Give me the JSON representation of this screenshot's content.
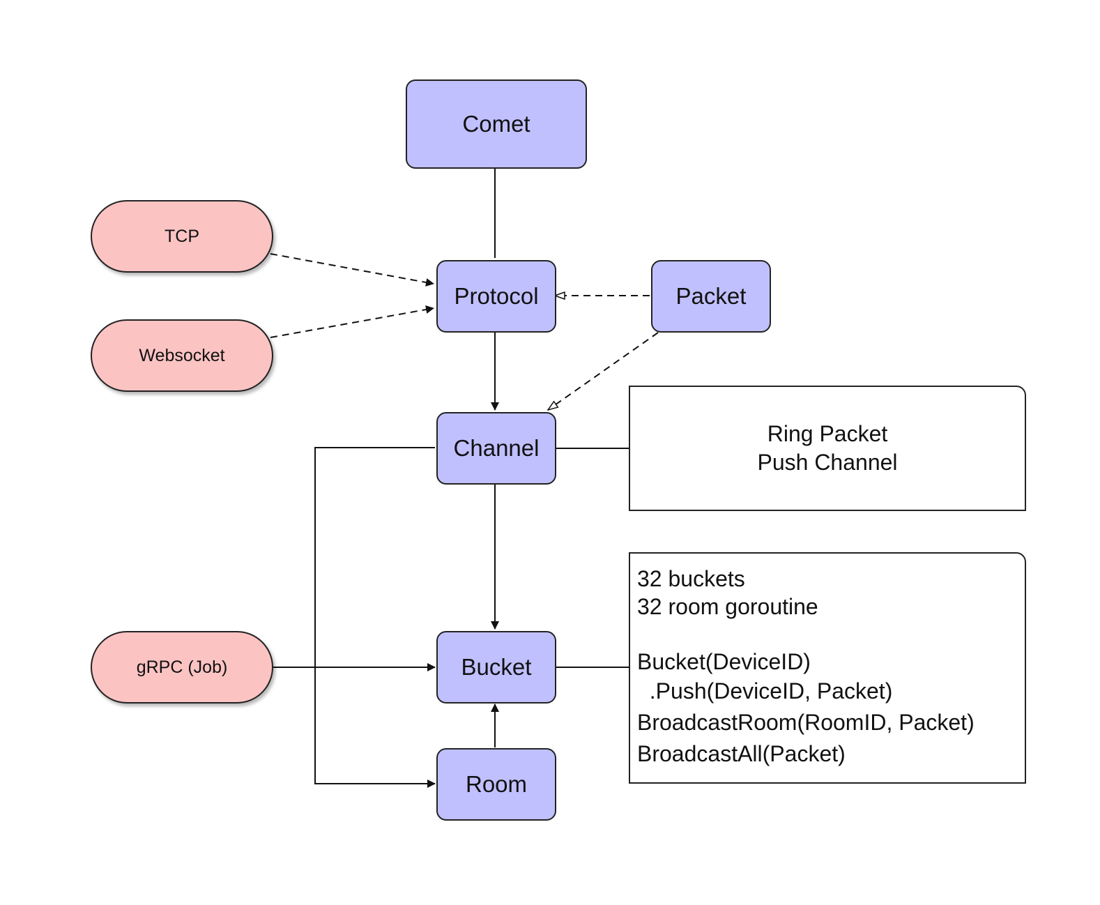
{
  "nodes": {
    "comet": "Comet",
    "protocol": "Protocol",
    "packet": "Packet",
    "channel": "Channel",
    "bucket": "Bucket",
    "room": "Room",
    "tcp": "TCP",
    "websocket": "Websocket",
    "grpc": "gRPC (Job)"
  },
  "notes": {
    "channel_note": [
      "Ring Packet",
      "Push Channel"
    ],
    "bucket_note": {
      "summary": [
        "32 buckets",
        "32 room goroutine"
      ],
      "methods": [
        "Bucket(DeviceID)",
        "  .Push(DeviceID, Packet)",
        "BroadcastRoom(RoomID, Packet)",
        "BroadcastAll(Packet)"
      ]
    }
  },
  "colors": {
    "component_fill": "#c1c0ff",
    "transport_fill": "#fcc3c3",
    "stroke": "#222222"
  }
}
